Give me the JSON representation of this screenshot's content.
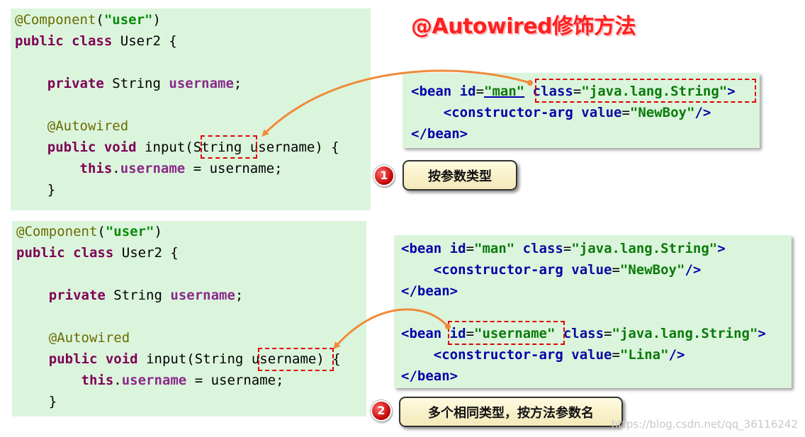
{
  "title": "@Autowired修饰方法",
  "example1": {
    "java": {
      "annotation": "@Component",
      "annotation_arg": "\"user\"",
      "kw_public": "public",
      "kw_class": "class",
      "class_name": "User2",
      "kw_private": "private",
      "type_string": "String",
      "field": "username",
      "autowired": "@Autowired",
      "kw_void": "void",
      "method": "input",
      "param_type": "String",
      "param_name": "username",
      "kw_this": "this",
      "assign_rhs": "username"
    },
    "xml": {
      "tag_bean": "bean",
      "attr_id": "id",
      "id_value": "\"man\"",
      "attr_class": "class",
      "class_value": "\"java.lang.String\"",
      "tag_ctor": "constructor-arg",
      "attr_value": "value",
      "value_value": "\"NewBoy\""
    },
    "badge": "1",
    "callout": "按参数类型"
  },
  "example2": {
    "xml_bean1": {
      "id_value": "\"man\"",
      "class_value": "\"java.lang.String\"",
      "value_value": "\"NewBoy\""
    },
    "xml_bean2": {
      "id_value": "\"username\"",
      "class_value": "\"java.lang.String\"",
      "value_value": "\"Lina\""
    },
    "badge": "2",
    "callout": "多个相同类型，按方法参数名"
  },
  "watermark": "https://blog.csdn.net/qq_36116242",
  "colors": {
    "panel_bg": "#dbf5dd",
    "highlight_box": "#e00000",
    "arrow": "#f08a3a",
    "title": "#ff2020"
  }
}
